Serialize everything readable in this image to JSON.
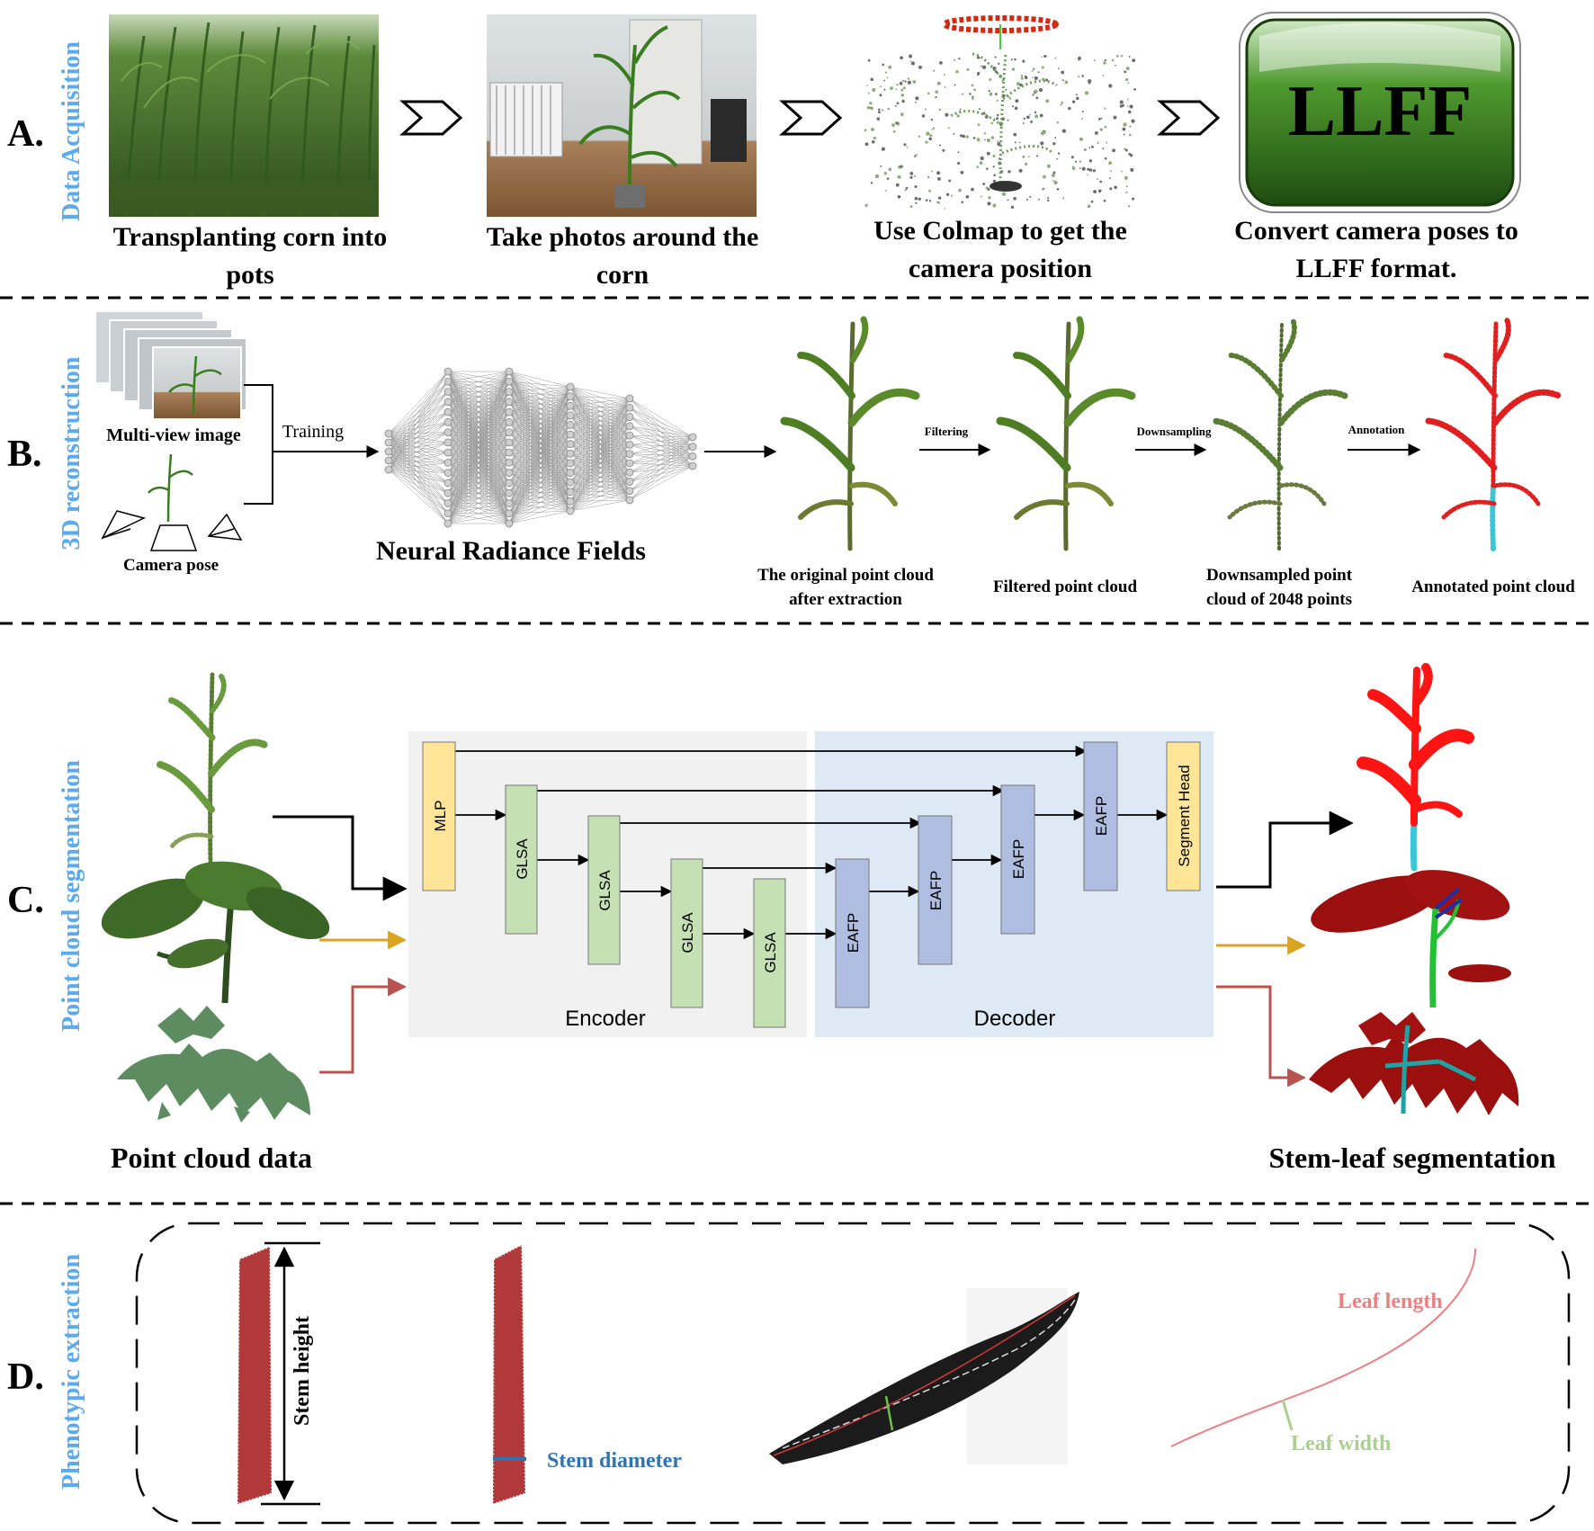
{
  "sections": [
    {
      "letter": "A.",
      "side_label": "Data Acquisition",
      "steps": [
        {
          "caption_l1": "Transplanting corn into",
          "caption_l2": "pots"
        },
        {
          "caption_l1": "Take photos around the",
          "caption_l2": "corn"
        },
        {
          "caption_l1": "Use Colmap to get the",
          "caption_l2": "camera position"
        },
        {
          "caption_l1": "Convert camera poses to",
          "caption_l2": "LLFF format."
        }
      ],
      "llff_badge": "LLFF"
    },
    {
      "letter": "B.",
      "side_label": "3D reconstruction",
      "multi_view_label": "Multi-view image",
      "camera_pose_label": "Camera pose",
      "training_label": "Training",
      "nerf_label": "Neural Radiance Fields",
      "stages": [
        {
          "caption_l1": "The original point cloud",
          "caption_l2": "after extraction"
        },
        {
          "caption_l1": "Filtered point cloud",
          "caption_l2": ""
        },
        {
          "caption_l1": "Downsampled point",
          "caption_l2": "cloud of 2048 points"
        },
        {
          "caption_l1": "Annotated point cloud",
          "caption_l2": ""
        }
      ],
      "arrow_labels": [
        "Filtering",
        "Downsampling",
        "Annotation"
      ]
    },
    {
      "letter": "C.",
      "side_label": "Point cloud segmentation",
      "input_label": "Point cloud data",
      "output_label": "Stem-leaf segmentation",
      "encoder_label": "Encoder",
      "decoder_label": "Decoder",
      "encoder_blocks": [
        "MLP",
        "GLSA",
        "GLSA",
        "GLSA",
        "GLSA"
      ],
      "decoder_blocks": [
        "EAFP",
        "EAFP",
        "EAFP",
        "EAFP"
      ],
      "head_block": "Segment Head"
    },
    {
      "letter": "D.",
      "side_label": "Phenotypic extraction",
      "stem_height_label": "Stem height",
      "stem_diameter_label": "Stem diameter",
      "leaf_length_label": "Leaf length",
      "leaf_width_label": "Leaf width"
    }
  ],
  "colors": {
    "side_label": "#5aaaf0",
    "mlp": "#ffe598",
    "glsa": "#c5e0b3",
    "eafp": "#aebde0",
    "encoder_bg": "#f1f1f1",
    "decoder_bg": "#dde9f5",
    "stem_diameter": "#2e74b5",
    "leaf_length": "#ef7f7f",
    "leaf_width": "#a9d08e",
    "arrow_gold": "#d9a520",
    "arrow_brown": "#b85450"
  }
}
